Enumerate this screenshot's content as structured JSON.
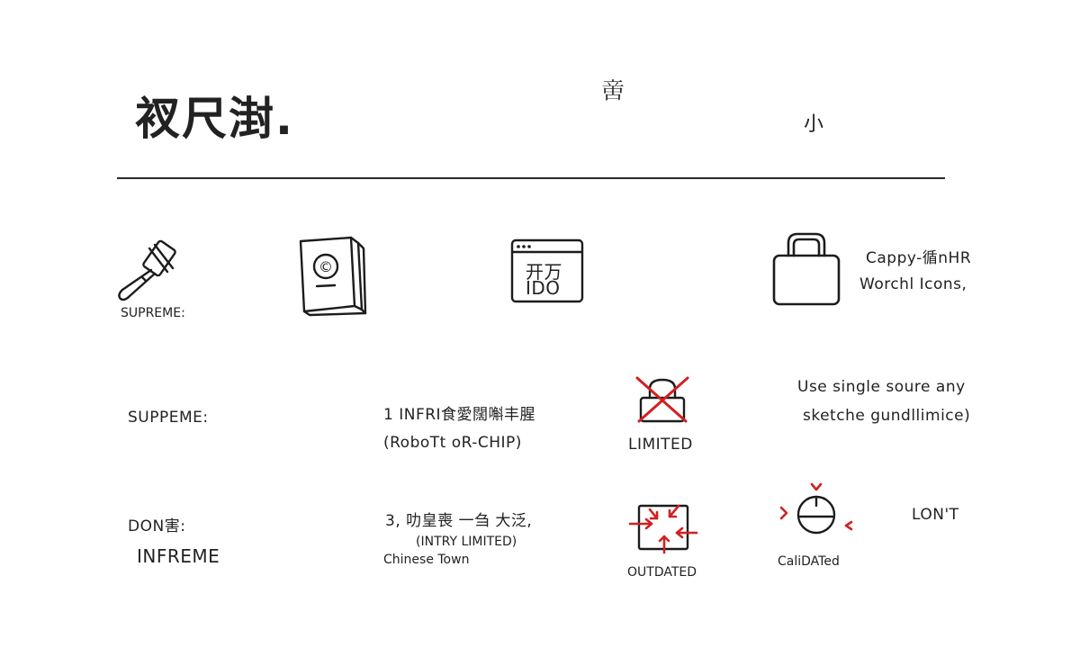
{
  "header": {
    "title": "衩尺湗.",
    "mid_glyph": "𠶷",
    "right_glyph": "小"
  },
  "icons": {
    "hammer": {
      "icon": "gavel-icon",
      "label": "SUPREME:"
    },
    "book": {
      "icon": "copyright-book-icon",
      "symbol": "©"
    },
    "browser": {
      "icon": "browser-window-icon",
      "line1": "开万",
      "line2": "IDO"
    },
    "bag": {
      "icon": "lock-bag-icon"
    },
    "note": {
      "line1": "Cappy-循nHR",
      "line2": "Worchl Icons,"
    }
  },
  "row2": {
    "left": "SUPPEME:",
    "center_line1": "1 INFRI食愛闊嘝丰腥",
    "center_line2": "(RoboTt oR-CHIP)",
    "lock_label": "LIMITED",
    "lock_icon": "crossed-lock-icon",
    "note_line1": "Use single soure any",
    "note_line2": "sketche gundllimice)"
  },
  "row3": {
    "left_line1": "DON害:",
    "left_line2": "INFREME",
    "center_line1": "3, 叻皇喪 一刍 大泛,",
    "center_line2": "(INTRY LIMITED)",
    "center_line3": "Chinese Town",
    "box_label": "OUTDATED",
    "box_icon": "compress-arrows-icon",
    "circle_label": "CaliDATed",
    "circle_icon": "calibration-circle-icon",
    "right": "LON'T"
  },
  "colors": {
    "ink": "#1c1c1c",
    "accent_red": "#d22020"
  }
}
